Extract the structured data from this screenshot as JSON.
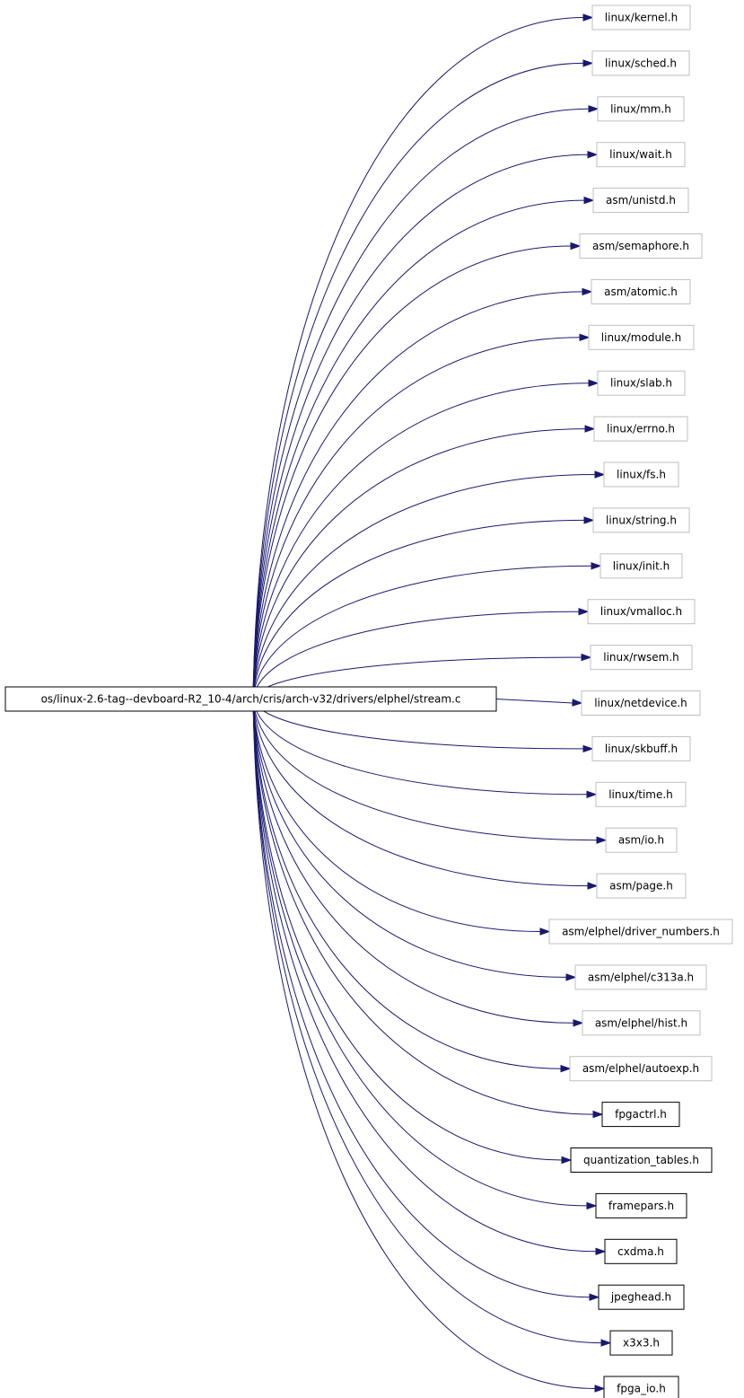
{
  "source_node": {
    "label": "os/linux-2.6-tag--devboard-R2_10-4/arch/cris/arch-v32/drivers/elphel/stream.c",
    "fill": "#bfbfbf",
    "border": "#000000"
  },
  "colors": {
    "edge": "#191970",
    "documented_border": "#000000",
    "undocumented_border": "#bfbfbf"
  },
  "includes": [
    {
      "label": "linux/kernel.h",
      "documented": false
    },
    {
      "label": "linux/sched.h",
      "documented": false
    },
    {
      "label": "linux/mm.h",
      "documented": false
    },
    {
      "label": "linux/wait.h",
      "documented": false
    },
    {
      "label": "asm/unistd.h",
      "documented": false
    },
    {
      "label": "asm/semaphore.h",
      "documented": false
    },
    {
      "label": "asm/atomic.h",
      "documented": false
    },
    {
      "label": "linux/module.h",
      "documented": false
    },
    {
      "label": "linux/slab.h",
      "documented": false
    },
    {
      "label": "linux/errno.h",
      "documented": false
    },
    {
      "label": "linux/fs.h",
      "documented": false
    },
    {
      "label": "linux/string.h",
      "documented": false
    },
    {
      "label": "linux/init.h",
      "documented": false
    },
    {
      "label": "linux/vmalloc.h",
      "documented": false
    },
    {
      "label": "linux/rwsem.h",
      "documented": false
    },
    {
      "label": "linux/netdevice.h",
      "documented": false
    },
    {
      "label": "linux/skbuff.h",
      "documented": false
    },
    {
      "label": "linux/time.h",
      "documented": false
    },
    {
      "label": "asm/io.h",
      "documented": false
    },
    {
      "label": "asm/page.h",
      "documented": false
    },
    {
      "label": "asm/elphel/driver_numbers.h",
      "documented": false
    },
    {
      "label": "asm/elphel/c313a.h",
      "documented": false
    },
    {
      "label": "asm/elphel/hist.h",
      "documented": false
    },
    {
      "label": "asm/elphel/autoexp.h",
      "documented": false
    },
    {
      "label": "fpgactrl.h",
      "documented": true
    },
    {
      "label": "quantization_tables.h",
      "documented": true
    },
    {
      "label": "framepars.h",
      "documented": true
    },
    {
      "label": "cxdma.h",
      "documented": true
    },
    {
      "label": "jpeghead.h",
      "documented": true
    },
    {
      "label": "x3x3.h",
      "documented": true
    },
    {
      "label": "fpga_io.h",
      "documented": true
    }
  ]
}
